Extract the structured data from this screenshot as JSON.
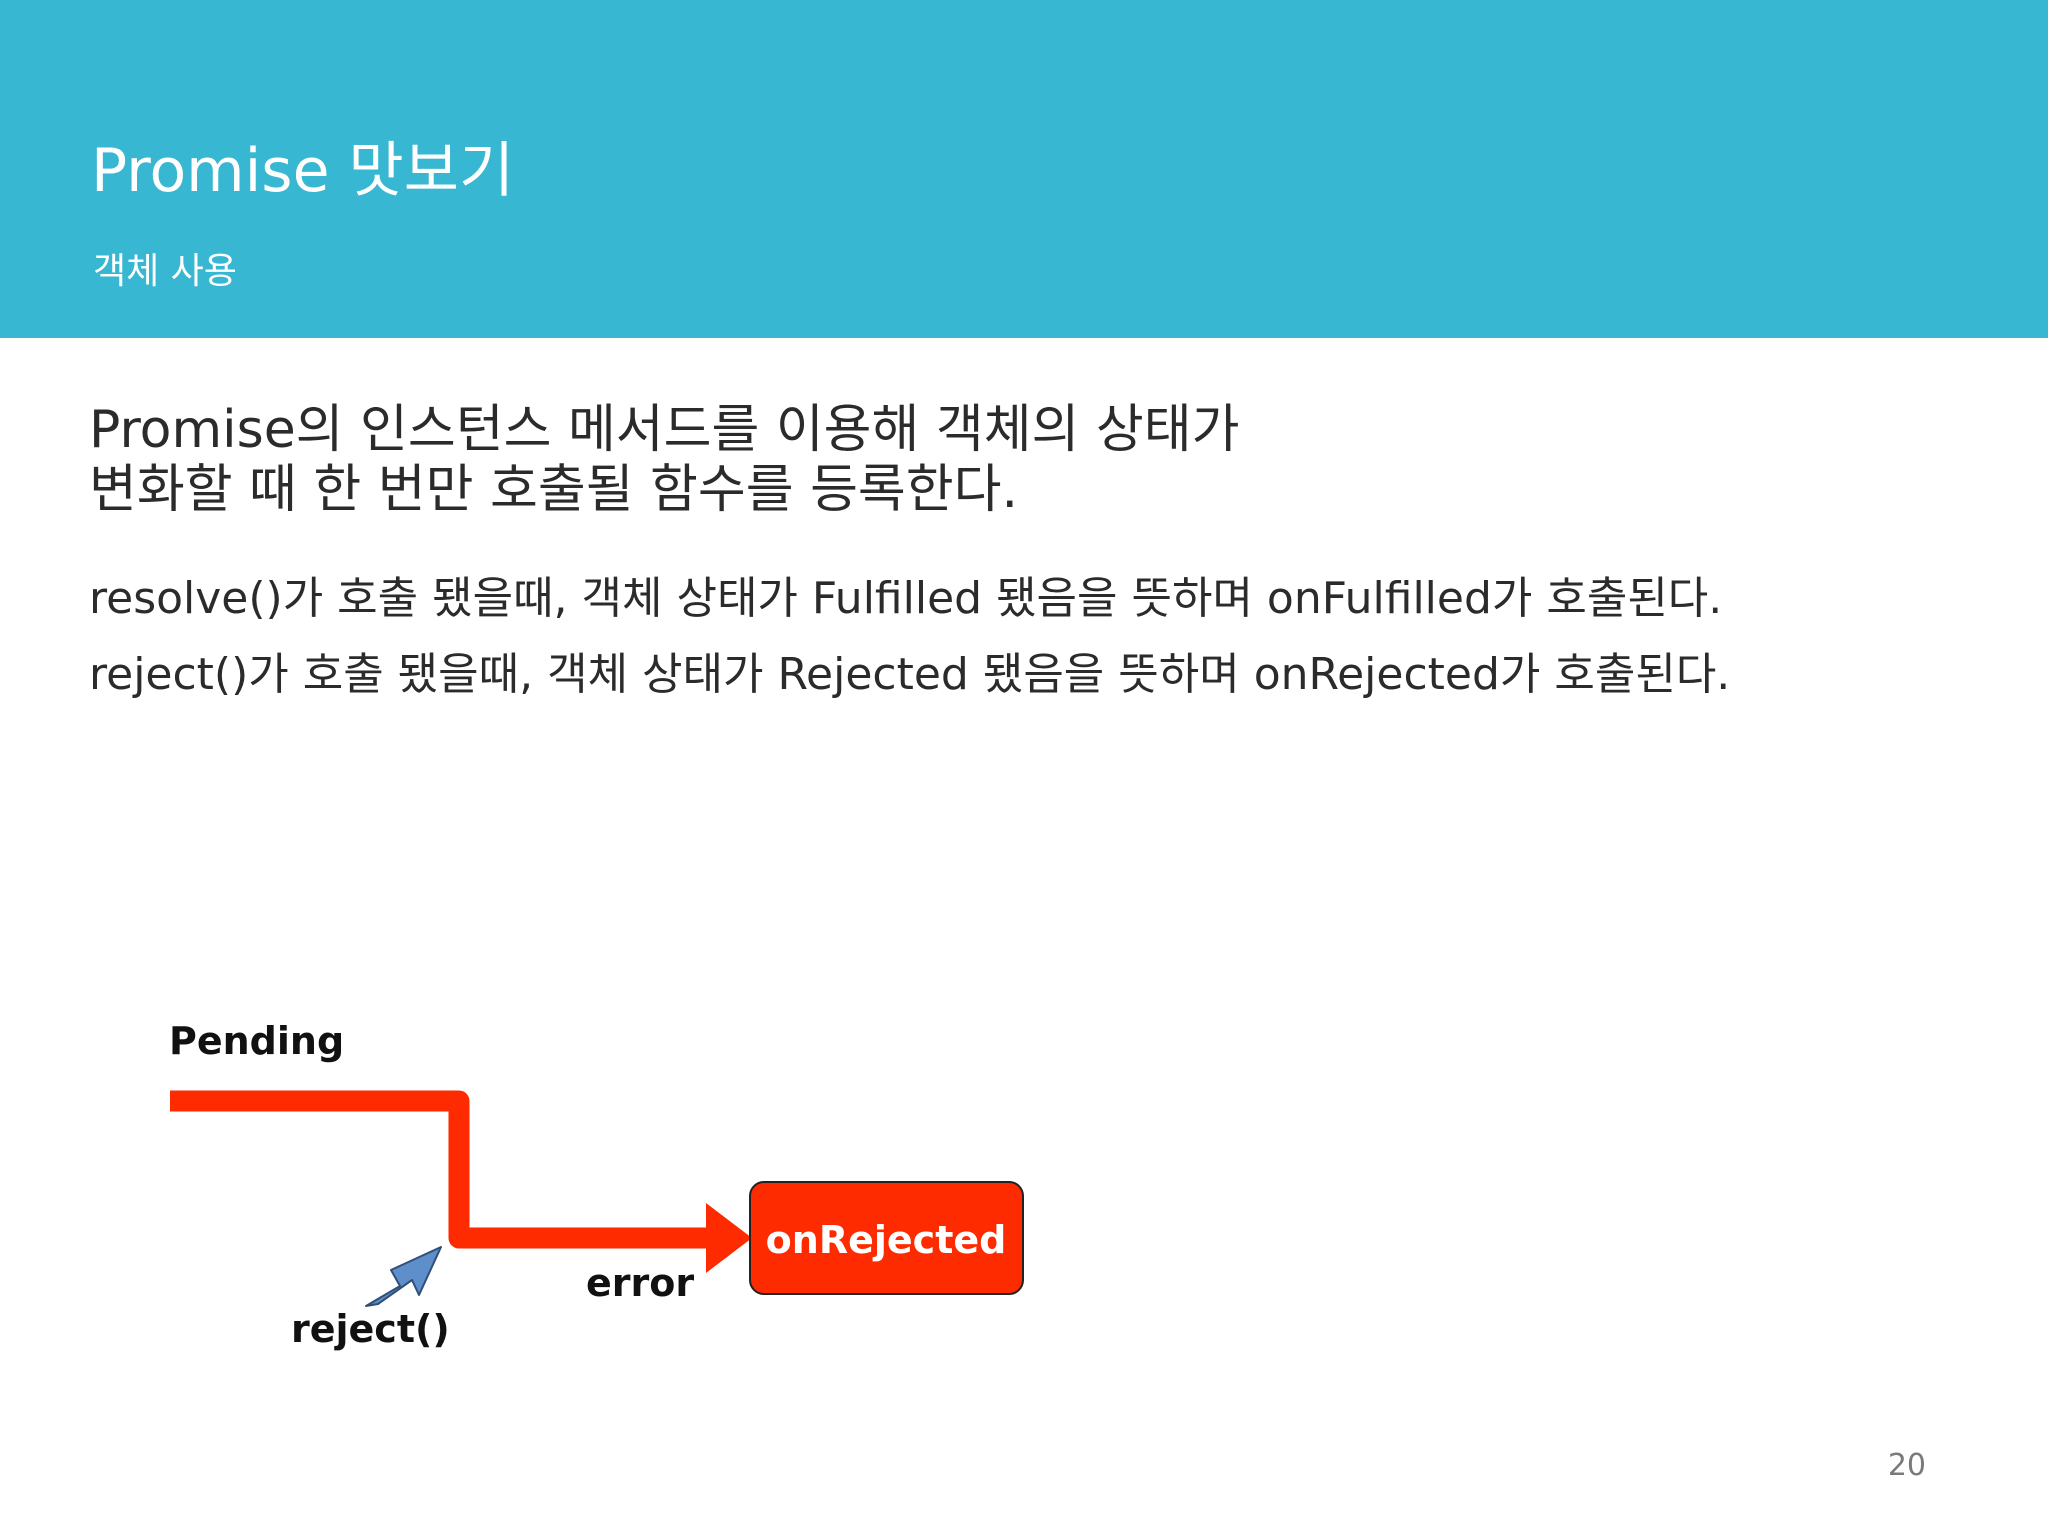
{
  "header": {
    "title": "Promise 맛보기",
    "subtitle": "객체 사용"
  },
  "content": {
    "lead_line1": "Promise의 인스턴스 메서드를 이용해 객체의 상태가",
    "lead_line2": "변화할 때 한 번만 호출될 함수를 등록한다.",
    "line1": "resolve()가 호출 됐을때, 객체 상태가 Fulfilled 됐음을 뜻하며 onFulfilled가 호출된다.",
    "line2": "reject()가 호출 됐을때, 객체 상태가 Rejected 됐음을 뜻하며 onRejected가 호출된다."
  },
  "diagram": {
    "pending_label": "Pending",
    "error_label": "error",
    "reject_label": "reject()",
    "handler_label": "onRejected"
  },
  "page_number": "20",
  "colors": {
    "header": "#37b7d1",
    "flow": "#fe2a00",
    "handler_box": "#fe2a00",
    "pointer_arrow": "#5f8fcb"
  }
}
